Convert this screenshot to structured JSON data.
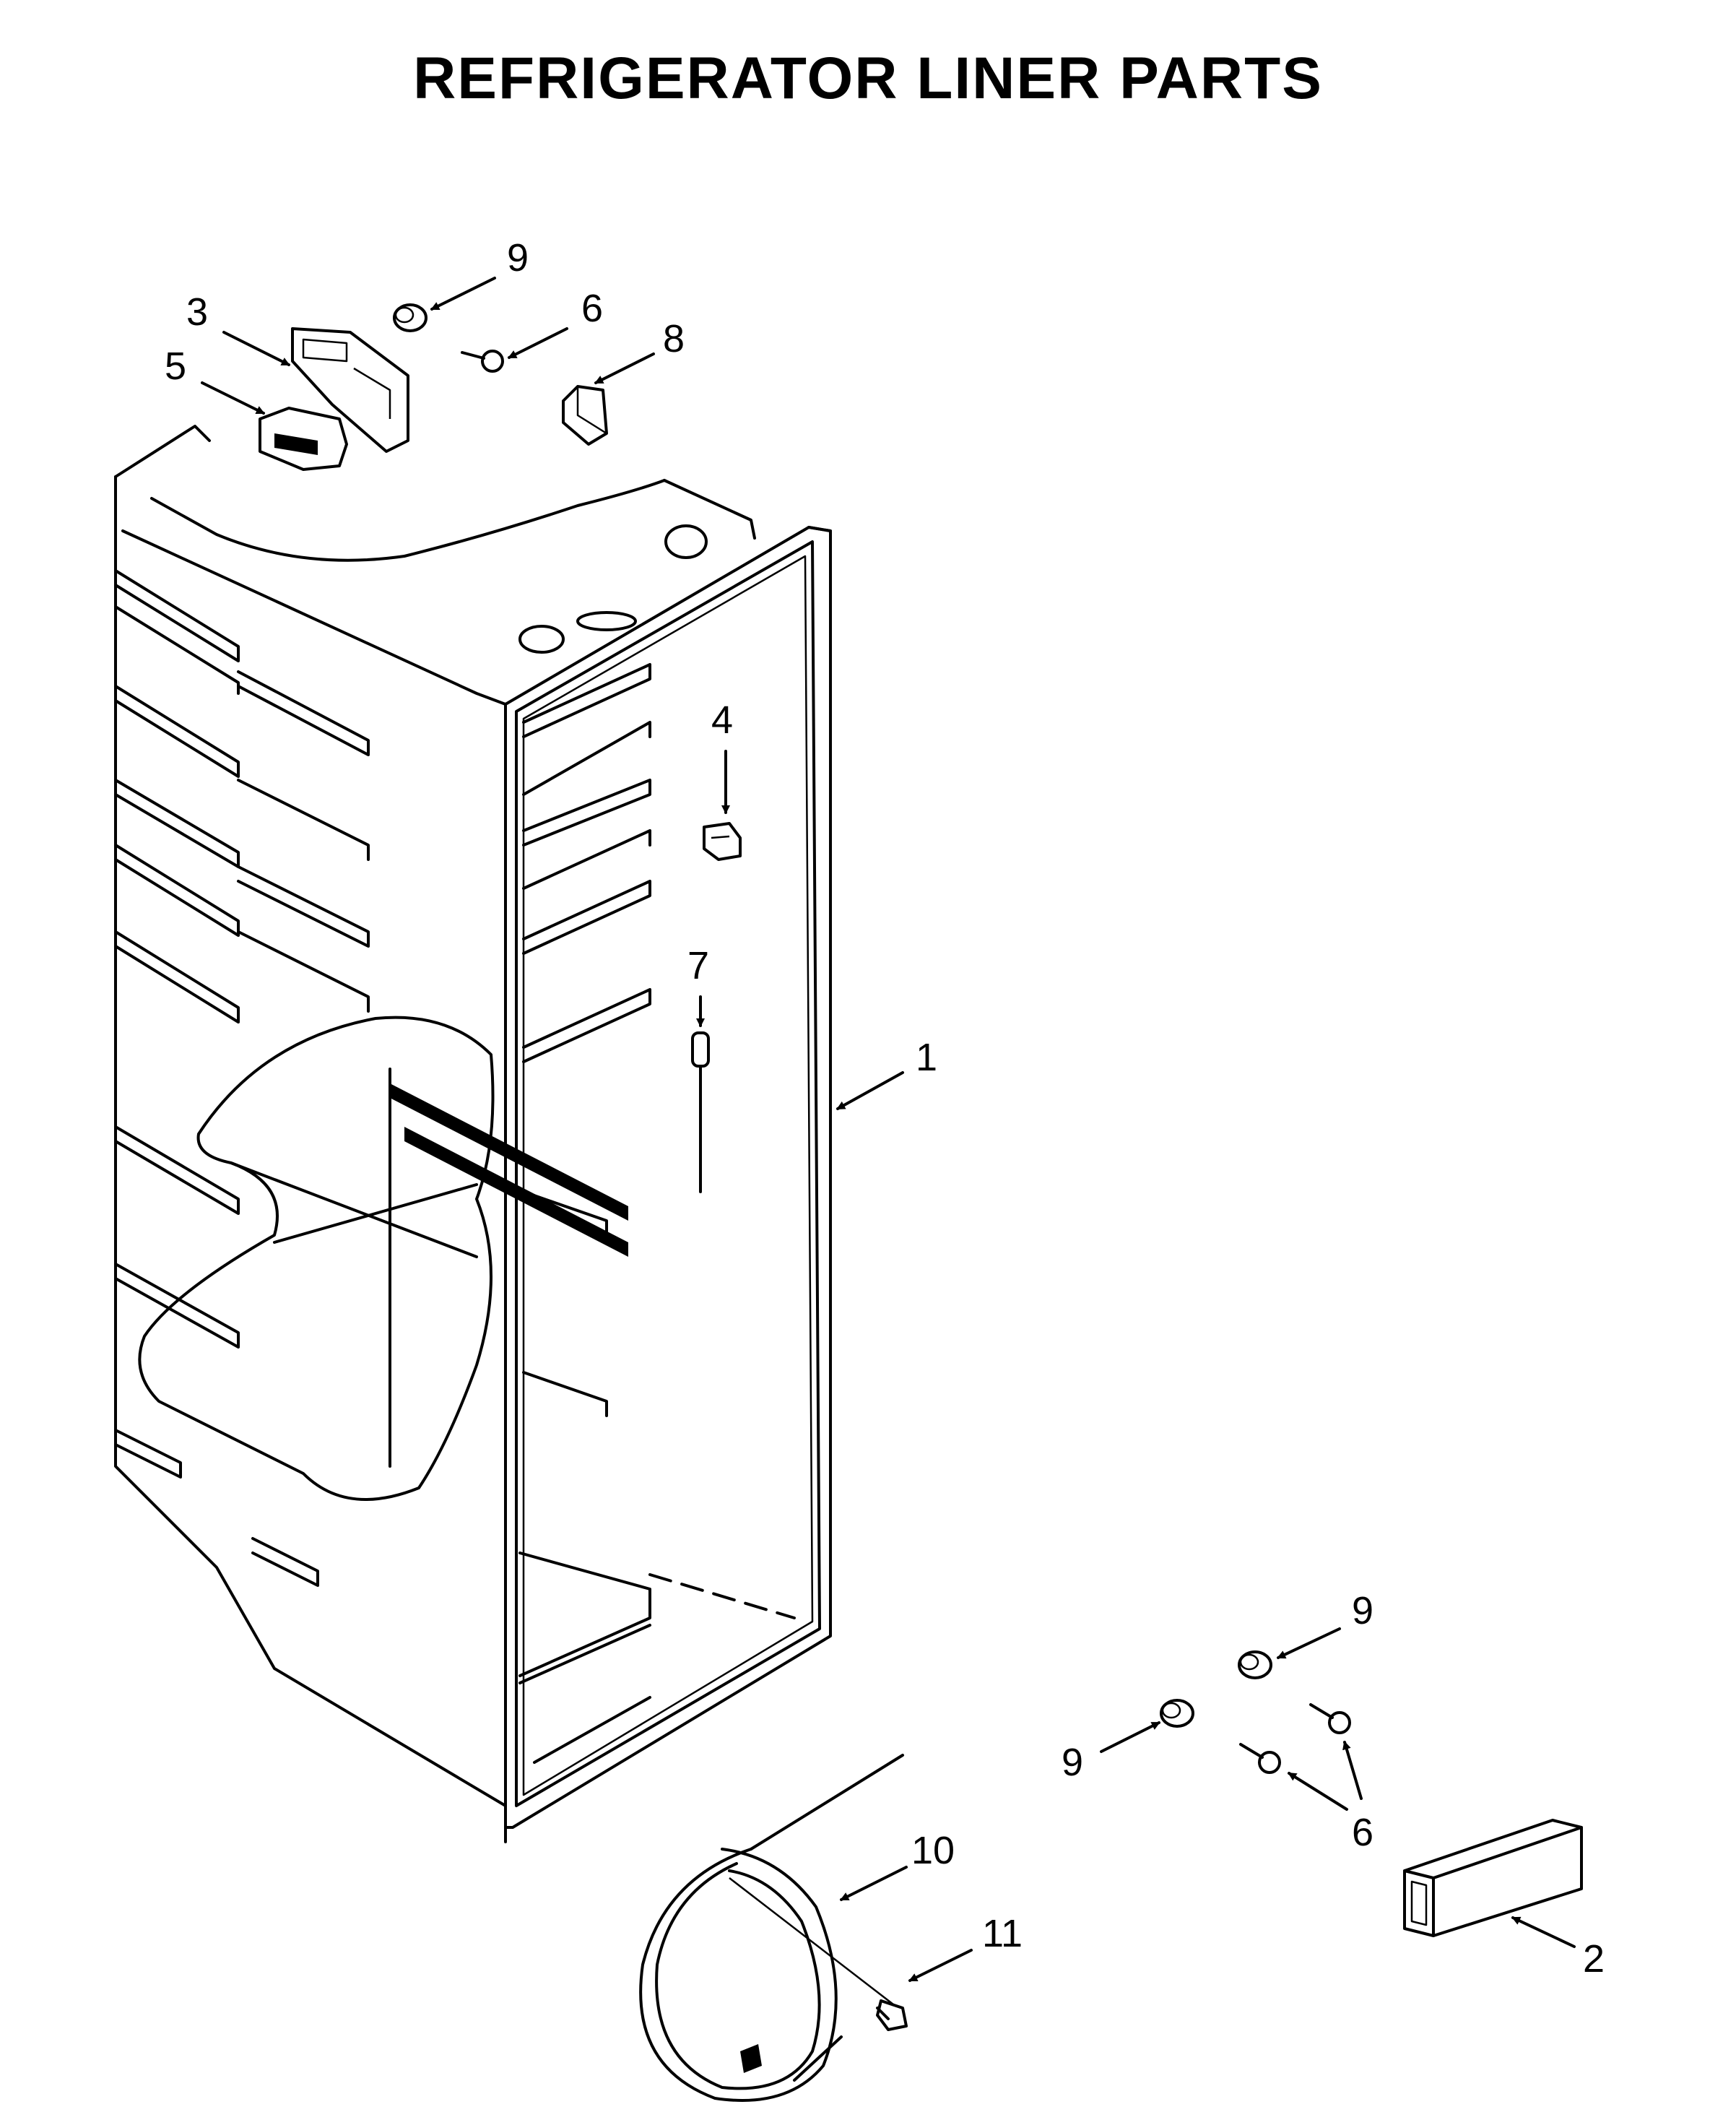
{
  "title": "REFRIGERATOR LINER PARTS",
  "callouts": [
    {
      "id": "c1",
      "label": "1"
    },
    {
      "id": "c2",
      "label": "2"
    },
    {
      "id": "c3",
      "label": "3"
    },
    {
      "id": "c4",
      "label": "4"
    },
    {
      "id": "c5",
      "label": "5"
    },
    {
      "id": "c6a",
      "label": "6"
    },
    {
      "id": "c6b",
      "label": "6"
    },
    {
      "id": "c7",
      "label": "7"
    },
    {
      "id": "c8",
      "label": "8"
    },
    {
      "id": "c9a",
      "label": "9"
    },
    {
      "id": "c9b",
      "label": "9"
    },
    {
      "id": "c9c",
      "label": "9"
    },
    {
      "id": "c10",
      "label": "10"
    },
    {
      "id": "c11",
      "label": "11"
    }
  ]
}
